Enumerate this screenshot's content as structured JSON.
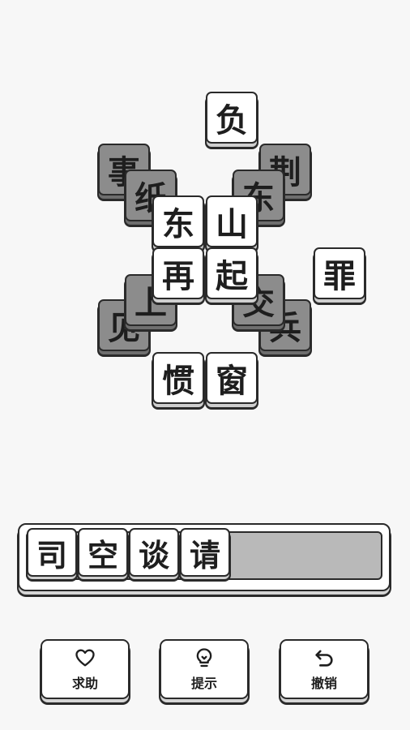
{
  "board": {
    "tiles": [
      {
        "char": "事",
        "state": "blocked"
      },
      {
        "char": "荆",
        "state": "blocked"
      },
      {
        "char": "纸",
        "state": "blocked"
      },
      {
        "char": "东",
        "state": "blocked"
      },
      {
        "char": "见",
        "state": "blocked"
      },
      {
        "char": "兵",
        "state": "blocked"
      },
      {
        "char": "上",
        "state": "blocked"
      },
      {
        "char": "交",
        "state": "blocked"
      },
      {
        "char": "负",
        "state": "free"
      },
      {
        "char": "东",
        "state": "free"
      },
      {
        "char": "山",
        "state": "free"
      },
      {
        "char": "再",
        "state": "free"
      },
      {
        "char": "起",
        "state": "free"
      },
      {
        "char": "罪",
        "state": "free"
      },
      {
        "char": "惯",
        "state": "free"
      },
      {
        "char": "窗",
        "state": "free"
      }
    ]
  },
  "slot_bar": {
    "capacity": 7,
    "tiles": [
      "司",
      "空",
      "谈",
      "请"
    ]
  },
  "actions": [
    {
      "label": "求助",
      "icon": "heart-icon"
    },
    {
      "label": "提示",
      "icon": "lightbulb-icon"
    },
    {
      "label": "撤销",
      "icon": "undo-icon"
    }
  ],
  "colors": {
    "background": "#f7f7f7",
    "tile_free": "#ffffff",
    "tile_blocked": "#8c8c8c",
    "outline": "#2a2a2a",
    "tray": "#b9b9b9"
  }
}
